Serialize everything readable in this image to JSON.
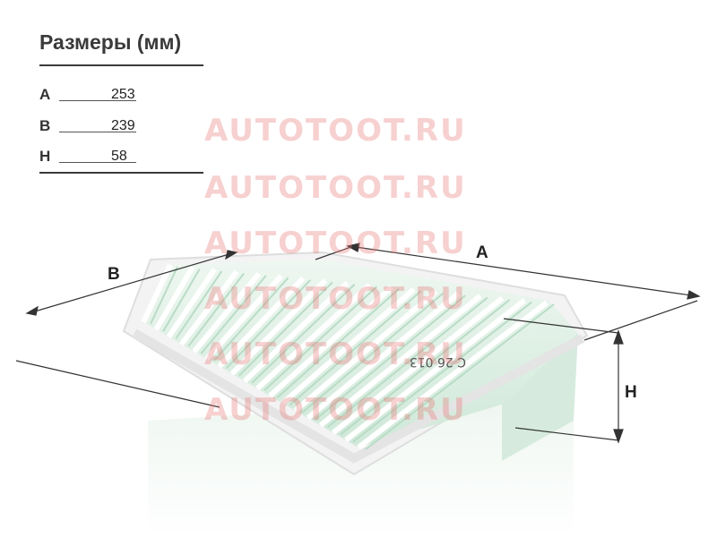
{
  "heading": "Размеры (мм)",
  "dimensions": [
    {
      "letter": "A",
      "value": "253"
    },
    {
      "letter": "B",
      "value": "239"
    },
    {
      "letter": "H",
      "value": "58"
    }
  ],
  "watermark": "AUTOTOOT.RU",
  "diagram_labels": {
    "a": "A",
    "b": "B",
    "h": "H"
  },
  "product_marking": "C 26 013",
  "colors": {
    "filter_media": "#dcefe3",
    "frame": "#f4f4f4",
    "watermark": "#e87878"
  }
}
